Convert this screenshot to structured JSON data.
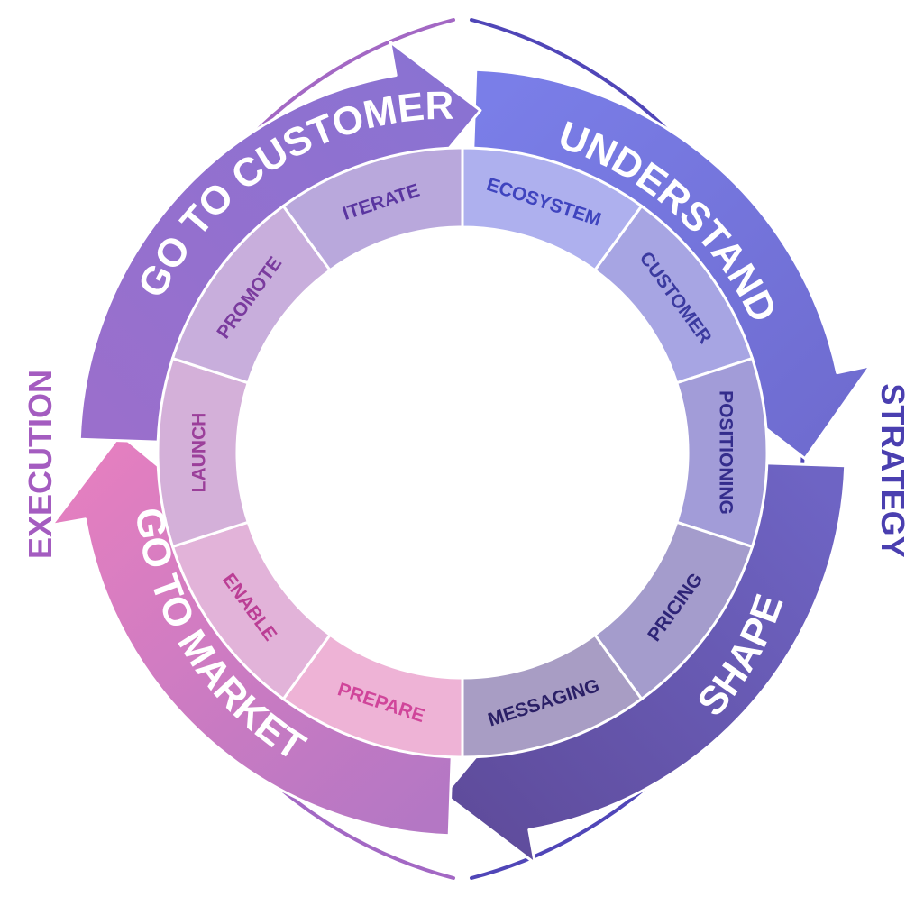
{
  "diagram": {
    "outer_labels": {
      "strategy": "STRATEGY",
      "execution": "EXECUTION"
    },
    "phases": [
      {
        "id": "understand",
        "label": "UNDERSTAND",
        "colors": [
          "#7a7ee8",
          "#6f6cd0"
        ]
      },
      {
        "id": "shape",
        "label": "SHAPE",
        "colors": [
          "#6e64c4",
          "#5f4c9c"
        ]
      },
      {
        "id": "go-to-market",
        "label": "GO TO MARKET",
        "colors": [
          "#b477c4",
          "#e47fc0"
        ]
      },
      {
        "id": "go-to-customer",
        "label": "GO TO CUSTOMER",
        "colors": [
          "#9a6fcc",
          "#8a72d2"
        ]
      }
    ],
    "segments": [
      {
        "id": "ecosystem",
        "label": "ECOSYSTEM",
        "fill": "#aeb0ee",
        "text": "#3f44bf"
      },
      {
        "id": "customer",
        "label": "CUSTOMER",
        "fill": "#a7a5e3",
        "text": "#3b3aa0"
      },
      {
        "id": "positioning",
        "label": "POSITIONING",
        "fill": "#a29cd8",
        "text": "#342d8c"
      },
      {
        "id": "pricing",
        "label": "PRICING",
        "fill": "#a49ccc",
        "text": "#2e2477"
      },
      {
        "id": "messaging",
        "label": "MESSAGING",
        "fill": "#a89dc4",
        "text": "#2a1f66"
      },
      {
        "id": "prepare",
        "label": "PREPARE",
        "fill": "#eeb3d6",
        "text": "#d0459a"
      },
      {
        "id": "enable",
        "label": "ENABLE",
        "fill": "#e2b3d9",
        "text": "#bb3e95"
      },
      {
        "id": "launch",
        "label": "LAUNCH",
        "fill": "#d4b0d9",
        "text": "#9b3f9a"
      },
      {
        "id": "promote",
        "label": "PROMOTE",
        "fill": "#c8aedc",
        "text": "#7a3b9e"
      },
      {
        "id": "iterate",
        "label": "ITERATE",
        "fill": "#b9a8dc",
        "text": "#5a35a0"
      }
    ]
  }
}
